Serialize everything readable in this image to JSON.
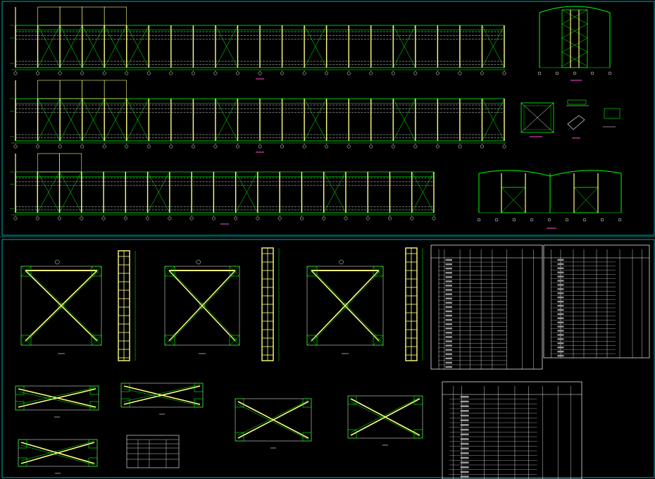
{
  "colors": {
    "background": "#000000",
    "frame": "#00d7d7",
    "column": "#ffff80",
    "green": "#00ff00",
    "dash": "#ffffff",
    "table_line": "#ffffff",
    "title_mark": "#ff4fd8",
    "axis_bubble": "#ffffff"
  },
  "sheet_top": {
    "elevations": [
      {
        "name": "elevation-1",
        "bay_count": 22,
        "braced_bays": [
          1,
          2,
          3,
          4,
          5,
          9,
          13,
          17,
          21
        ]
      },
      {
        "name": "elevation-2",
        "bay_count": 22,
        "braced_bays": [
          1,
          2,
          3,
          4,
          5,
          9,
          13,
          17,
          21
        ]
      },
      {
        "name": "elevation-3",
        "bay_count": 19,
        "braced_bays": [
          1,
          2,
          6,
          10,
          14,
          18
        ]
      }
    ],
    "gable_single": {
      "braced": true
    },
    "gable_double": {
      "spans": 2
    }
  },
  "sheet_bottom": {
    "large_panels": [
      {
        "name": "bracing-panel-1",
        "label": "1-1"
      },
      {
        "name": "bracing-panel-2",
        "label": "1-2"
      },
      {
        "name": "bracing-panel-3",
        "label": "1-3"
      }
    ],
    "flat_panels": [
      {
        "name": "flat-panel-1",
        "label": "2-1"
      },
      {
        "name": "flat-panel-2",
        "label": "2-2"
      },
      {
        "name": "flat-panel-3",
        "label": "2-3"
      }
    ],
    "mid_panels": [
      {
        "name": "mid-panel-1",
        "label": "3-1"
      },
      {
        "name": "mid-panel-2",
        "label": "3-2"
      }
    ],
    "tables": [
      {
        "name": "material-table-1",
        "rows": 26
      },
      {
        "name": "material-table-2",
        "rows": 24
      }
    ]
  }
}
